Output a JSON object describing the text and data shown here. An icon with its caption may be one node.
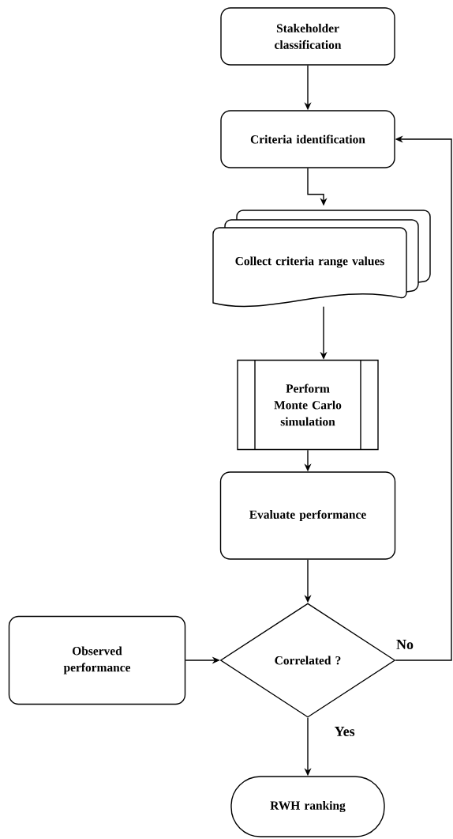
{
  "diagram": {
    "nodes": [
      {
        "text": [
          "Stakeholder classification"
        ]
      },
      {
        "text": [
          "Criteria identification"
        ]
      },
      {
        "text": [
          "Collect criteria range values"
        ]
      },
      {
        "text": [
          "Perform Monte Carlo simulation"
        ]
      },
      {
        "text": [
          "Evaluate performance"
        ]
      },
      {
        "text": [
          "Correlated ?"
        ]
      },
      {
        "text": [
          "Observed performance"
        ]
      },
      {
        "text": [
          "RWH ranking"
        ]
      }
    ],
    "edges": [
      {
        "from": 0,
        "to": 1,
        "arrow": "to"
      },
      {
        "from": 1,
        "to": 2,
        "arrow": "to"
      },
      {
        "from": 2,
        "to": 3,
        "arrow": "to"
      },
      {
        "from": 3,
        "to": 4,
        "arrow": "to"
      },
      {
        "from": 4,
        "to": 5,
        "arrow": "to"
      },
      {
        "from": 6,
        "to": 5,
        "arrow": "to"
      },
      {
        "from": 5,
        "to": 7,
        "arrow": "to",
        "label": "Yes"
      },
      {
        "from": 5,
        "to": 1,
        "arrow": "to",
        "label": "No"
      }
    ]
  }
}
